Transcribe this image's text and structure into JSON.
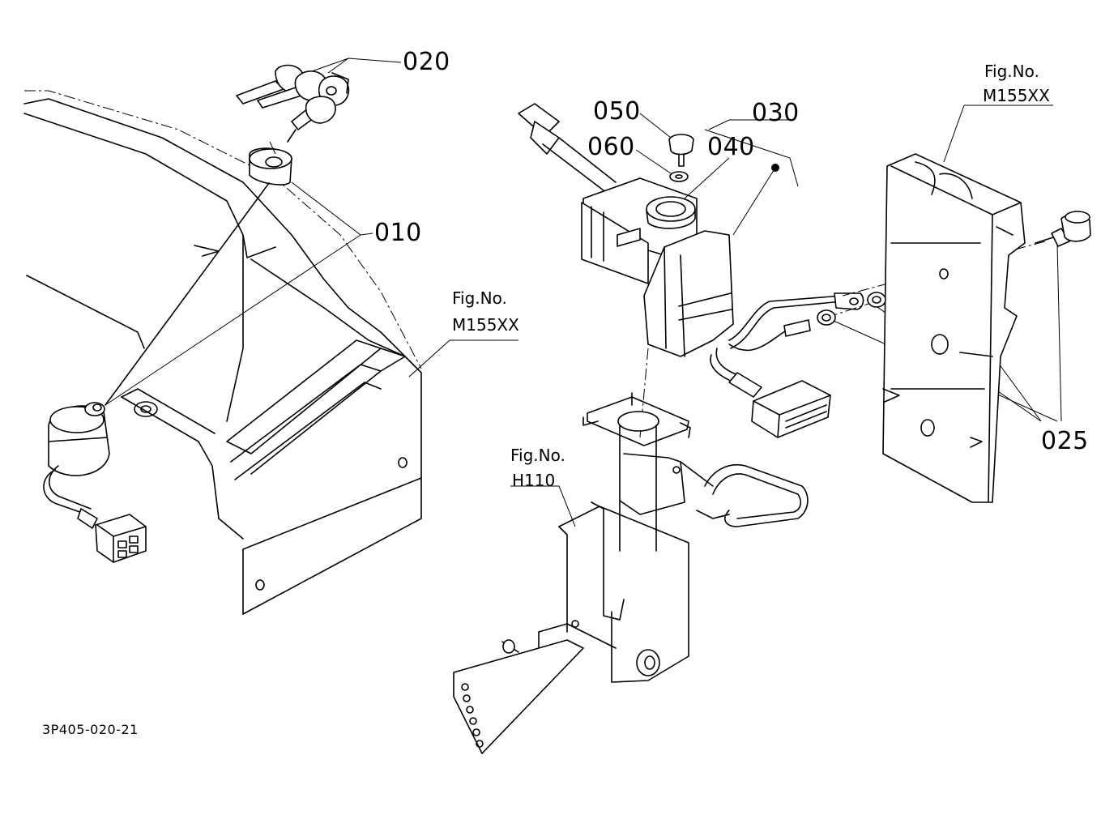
{
  "callouts": {
    "p020": "020",
    "p010": "010",
    "p050": "050",
    "p060": "060",
    "p040": "040",
    "p030": "030",
    "p025": "025"
  },
  "figure_refs": {
    "left": {
      "title": "Fig.No.",
      "code": "M155XX"
    },
    "right": {
      "title": "Fig.No.",
      "code": "M155XX"
    },
    "lower": {
      "title": "Fig.No.",
      "code": "H110"
    }
  },
  "drawing_code": "3P405-020-21"
}
